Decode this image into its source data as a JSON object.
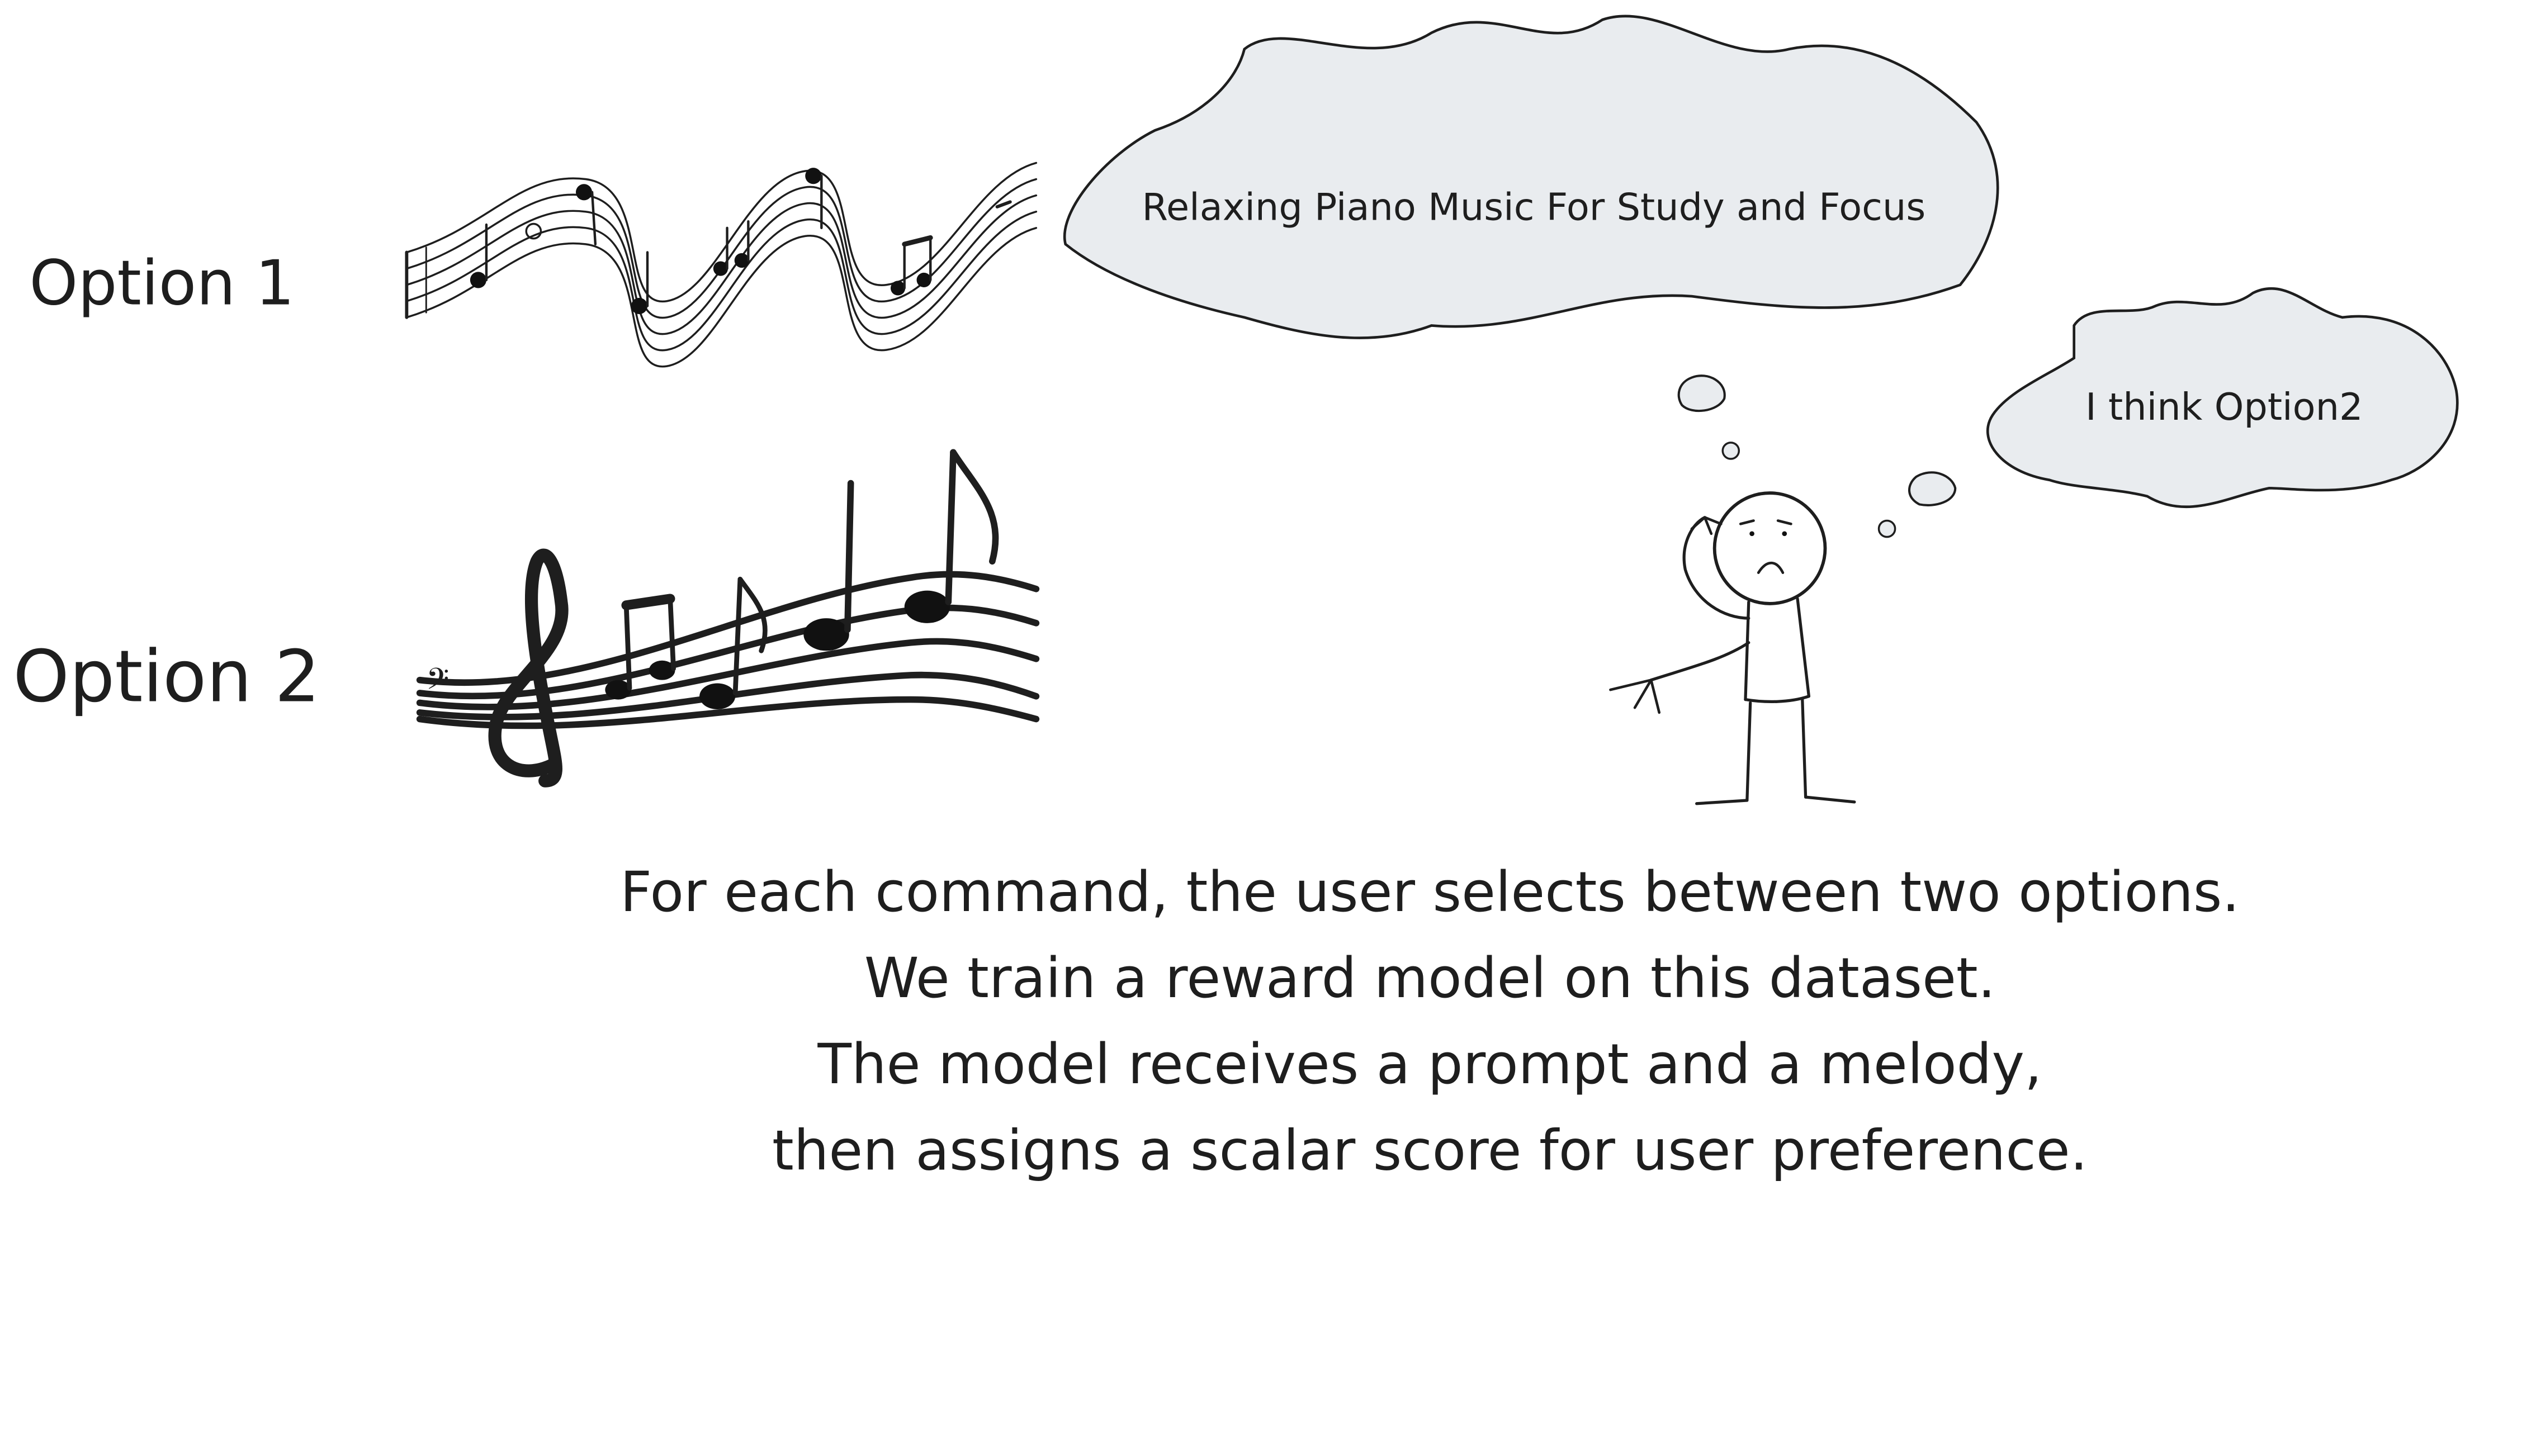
{
  "options": {
    "option1_label": "Option 1",
    "option2_label": "Option 2"
  },
  "bubbles": {
    "prompt_text": "Relaxing Piano Music For Study and Focus",
    "answer_text": "I think Option2"
  },
  "caption": {
    "line1": "For each command, the user selects between two options.",
    "line2": "We train a reward model on this dataset.",
    "line3": "The model receives a prompt and a melody,",
    "line4": "then assigns a scalar score for user preference."
  },
  "icons": {
    "option1_music": "music-staff-icon",
    "option2_music": "music-notes-wave-icon",
    "person": "thinking-stick-figure-icon"
  },
  "colors": {
    "ink": "#1e1e1e",
    "bubble_fill": "#e9ecef",
    "background": "#ffffff"
  }
}
